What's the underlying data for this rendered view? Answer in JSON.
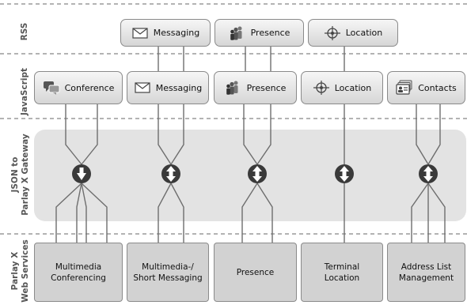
{
  "layers": {
    "rss": "RSS",
    "javascript": "JavaScript",
    "gateway_line1": "JSON to",
    "gateway_line2": "Parlay X Gateway",
    "webservices_line1": "Parlay X",
    "webservices_line2": "Web Services"
  },
  "rss_items": [
    {
      "label": "Messaging",
      "icon": "envelope-icon"
    },
    {
      "label": "Presence",
      "icon": "people-icon"
    },
    {
      "label": "Location",
      "icon": "target-icon"
    }
  ],
  "js_items": [
    {
      "label": "Conference",
      "icon": "speech-bubbles-icon"
    },
    {
      "label": "Messaging",
      "icon": "envelope-icon"
    },
    {
      "label": "Presence",
      "icon": "people-icon"
    },
    {
      "label": "Location",
      "icon": "target-icon"
    },
    {
      "label": "Contacts",
      "icon": "contact-card-icon"
    }
  ],
  "services": [
    {
      "label": "Multimedia\nConferencing"
    },
    {
      "label": "Multimedia-/\nShort Messaging"
    },
    {
      "label": "Presence"
    },
    {
      "label": "Terminal\nLocation"
    },
    {
      "label": "Address List\nManagement"
    }
  ],
  "gateway_arrows": [
    {
      "direction": "down"
    },
    {
      "direction": "both"
    },
    {
      "direction": "both"
    },
    {
      "direction": "both"
    },
    {
      "direction": "both"
    }
  ],
  "colors": {
    "box_border": "#8a8a8a",
    "gateway_band": "#e3e3e3",
    "separator": "#9a9a9a",
    "arrow_circle": "#3a3a3a",
    "wire": "#6e6e6e"
  }
}
